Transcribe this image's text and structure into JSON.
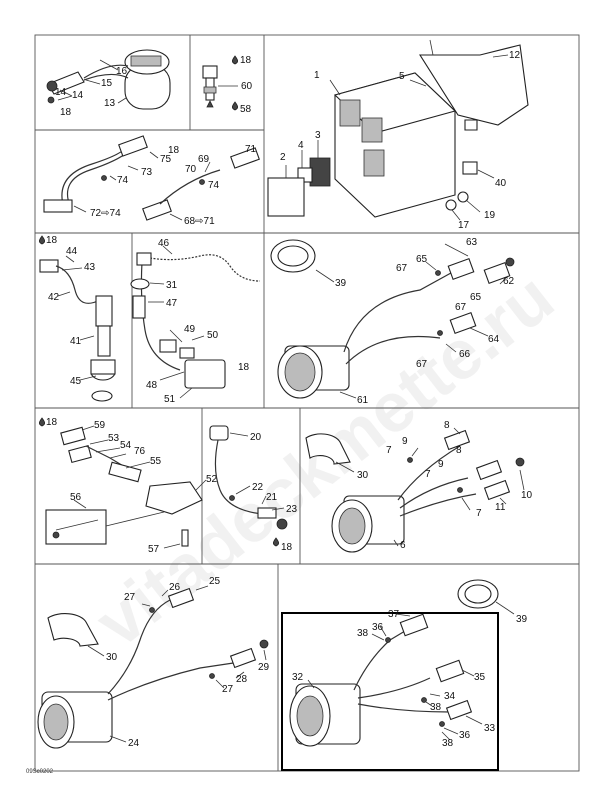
{
  "watermark": "vitadeckmette.ru",
  "footer_code": "09Sc0202",
  "panels": [
    {
      "id": "pump-sender",
      "labels": [
        "16",
        "15",
        "14",
        "14",
        "18",
        "13"
      ]
    },
    {
      "id": "temp-sender",
      "labels": [
        "18",
        "60",
        "58"
      ]
    },
    {
      "id": "control-module",
      "labels": [
        "12",
        "1",
        "5",
        "3",
        "4",
        "2",
        "40",
        "19",
        "17"
      ]
    },
    {
      "id": "harness-connectors",
      "labels": [
        "18",
        "75",
        "73",
        "74",
        "69",
        "71",
        "70",
        "74",
        "72⇨74",
        "68⇨71"
      ]
    },
    {
      "id": "fuel-sender",
      "labels": [
        "18",
        "44",
        "43",
        "42",
        "41",
        "45"
      ]
    },
    {
      "id": "oil-sender",
      "labels": [
        "46",
        "31",
        "47",
        "49",
        "50",
        "18",
        "48",
        "51"
      ]
    },
    {
      "id": "gauge-a",
      "labels": [
        "39",
        "63",
        "65",
        "67",
        "62",
        "65",
        "67",
        "64",
        "66",
        "67",
        "61"
      ]
    },
    {
      "id": "speed-sender",
      "labels": [
        "18",
        "59",
        "53",
        "54",
        "76",
        "55",
        "52",
        "56",
        "57"
      ]
    },
    {
      "id": "water-temp-sensor",
      "labels": [
        "20",
        "22",
        "21",
        "23",
        "18"
      ]
    },
    {
      "id": "gauge-b",
      "labels": [
        "30",
        "8",
        "9",
        "7",
        "8",
        "9",
        "7",
        "11",
        "10",
        "7",
        "6"
      ]
    },
    {
      "id": "gauge-c",
      "labels": [
        "25",
        "26",
        "27",
        "30",
        "28",
        "29",
        "27",
        "24"
      ]
    },
    {
      "id": "gauge-d",
      "labels": [
        "39",
        "37",
        "36",
        "38",
        "35",
        "32",
        "34",
        "38",
        "33",
        "36",
        "38"
      ]
    }
  ]
}
